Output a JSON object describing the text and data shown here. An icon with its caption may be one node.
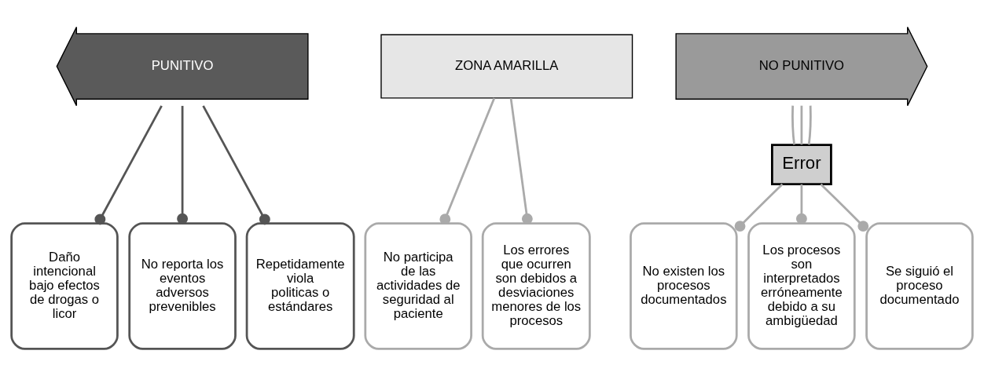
{
  "diagram": {
    "nodes": [
      {
        "text": [
          "PUNITIVO"
        ]
      },
      {
        "text": [
          "ZONA AMARILLA"
        ]
      },
      {
        "text": [
          "NO PUNITIVO"
        ]
      },
      {
        "text": [
          "Error"
        ]
      },
      {
        "text": [
          "Daño intencional bajo efectos de drogas o licor"
        ]
      },
      {
        "text": [
          "No reporta los eventos adversos prevenibles"
        ]
      },
      {
        "text": [
          "Repetidamente viola politicas o estándares"
        ]
      },
      {
        "text": [
          "No participa de las actividades de seguridad al paciente"
        ]
      },
      {
        "text": [
          "Los errores que ocurren son debidos a desviaciones menores de los procesos"
        ]
      },
      {
        "text": [
          "No existen los procesos documentados"
        ]
      },
      {
        "text": [
          "Los procesos son interpretados erróneamente debido a su ambigüedad"
        ]
      },
      {
        "text": [
          "Se siguió el proceso documentado"
        ]
      }
    ],
    "edges": [
      {
        "from": 0,
        "to": 4,
        "arrow": "other",
        "color": "#555555"
      },
      {
        "from": 0,
        "to": 5,
        "arrow": "other",
        "color": "#555555"
      },
      {
        "from": 0,
        "to": 6,
        "arrow": "other",
        "color": "#555555"
      },
      {
        "from": 1,
        "to": 7,
        "arrow": "other"
      },
      {
        "from": 1,
        "to": 8,
        "arrow": "other"
      },
      {
        "from": 2,
        "to": 3,
        "arrow": "none"
      },
      {
        "from": 2,
        "to": 3,
        "arrow": "none"
      },
      {
        "from": 2,
        "to": 3,
        "arrow": "none"
      },
      {
        "from": 3,
        "to": 9,
        "arrow": "other"
      },
      {
        "from": 3,
        "to": 10,
        "arrow": "other"
      },
      {
        "from": 3,
        "to": 11,
        "arrow": "other"
      }
    ]
  }
}
